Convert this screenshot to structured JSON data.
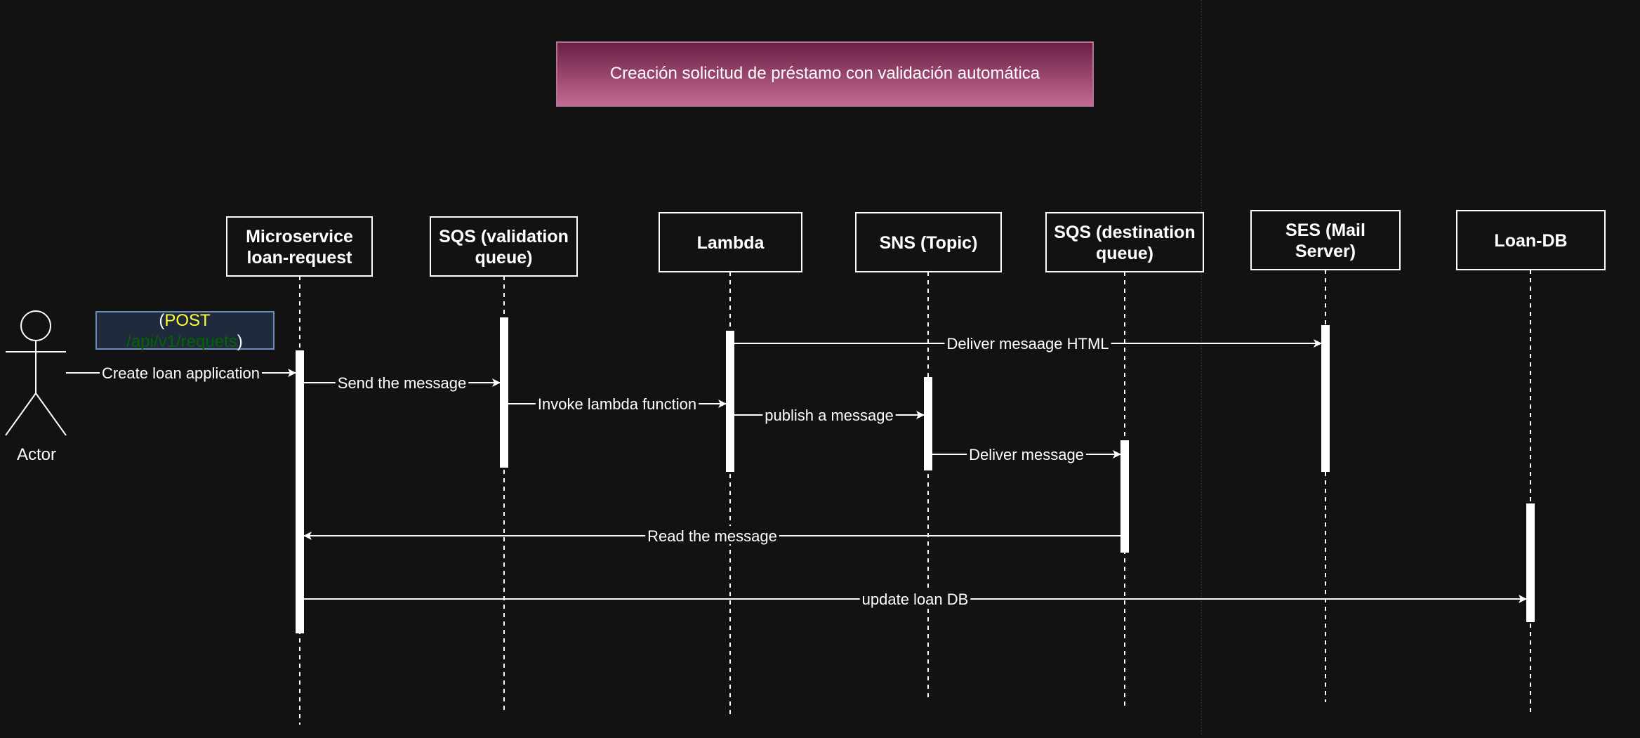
{
  "title": "Creación solicitud de préstamo con validación automática",
  "actor": {
    "label": "Actor"
  },
  "request_note": {
    "open": "(",
    "method": "POST",
    "path": "/api/v1/requets",
    "close": ")"
  },
  "participants": [
    {
      "id": "microservice",
      "lines": [
        "Microservice",
        "loan-request"
      ]
    },
    {
      "id": "sqs-validation",
      "lines": [
        "SQS (validation",
        "queue)"
      ]
    },
    {
      "id": "lambda",
      "lines": [
        "Lambda"
      ]
    },
    {
      "id": "sns",
      "lines": [
        "SNS (Topic)"
      ]
    },
    {
      "id": "sqs-destination",
      "lines": [
        "SQS (destination",
        "queue)"
      ]
    },
    {
      "id": "ses",
      "lines": [
        "SES (Mail",
        "Server)"
      ]
    },
    {
      "id": "loan-db",
      "lines": [
        "Loan-DB"
      ]
    }
  ],
  "messages": [
    {
      "from": "actor",
      "to": "microservice",
      "label": "Create loan application"
    },
    {
      "from": "microservice",
      "to": "sqs-validation",
      "label": "Send the message"
    },
    {
      "from": "sqs-validation",
      "to": "lambda",
      "label": "Invoke lambda function"
    },
    {
      "from": "lambda",
      "to": "ses",
      "label": "Deliver mesaage HTML"
    },
    {
      "from": "lambda",
      "to": "sns",
      "label": "publish a message"
    },
    {
      "from": "sns",
      "to": "sqs-destination",
      "label": "Deliver message"
    },
    {
      "from": "sqs-destination",
      "to": "microservice",
      "label": "Read the message"
    },
    {
      "from": "microservice",
      "to": "loan-db",
      "label": "update loan DB"
    }
  ],
  "colors": {
    "background": "#121212",
    "title_gradient_top": "#6a1f45",
    "title_gradient_bottom": "#c46a92",
    "title_border": "#b5739a",
    "note_fill": "#1f2a3d",
    "note_border": "#6c8ebf",
    "note_method": "#ffff33",
    "note_path": "#006600"
  }
}
